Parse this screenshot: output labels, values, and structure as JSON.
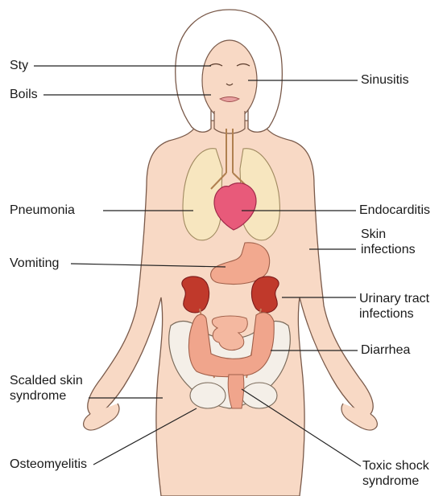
{
  "colors": {
    "skin": "#f8d9c5",
    "skin_outline": "#7a5a4a",
    "hair": "#ffffff",
    "lungs": "#f7e6bf",
    "heart": "#e85a7a",
    "stomach": "#f2a98f",
    "kidneys": "#c0392b",
    "intestine": "#f0a58c",
    "bone": "#f4efe8",
    "leader": "#222222"
  },
  "labels": {
    "sty": "Sty",
    "boils": "Boils",
    "pneumonia": "Pneumonia",
    "vomiting": "Vomiting",
    "scalded_1": "Scalded skin",
    "scalded_2": "syndrome",
    "osteomyelitis": "Osteomyelitis",
    "sinusitis": "Sinusitis",
    "endocarditis": "Endocarditis",
    "skin_1": "Skin",
    "skin_2": "infections",
    "uti_1": "Urinary tract",
    "uti_2": "infections",
    "diarrhea": "Diarrhea",
    "toxic_1": "Toxic shock",
    "toxic_2": "syndrome"
  }
}
